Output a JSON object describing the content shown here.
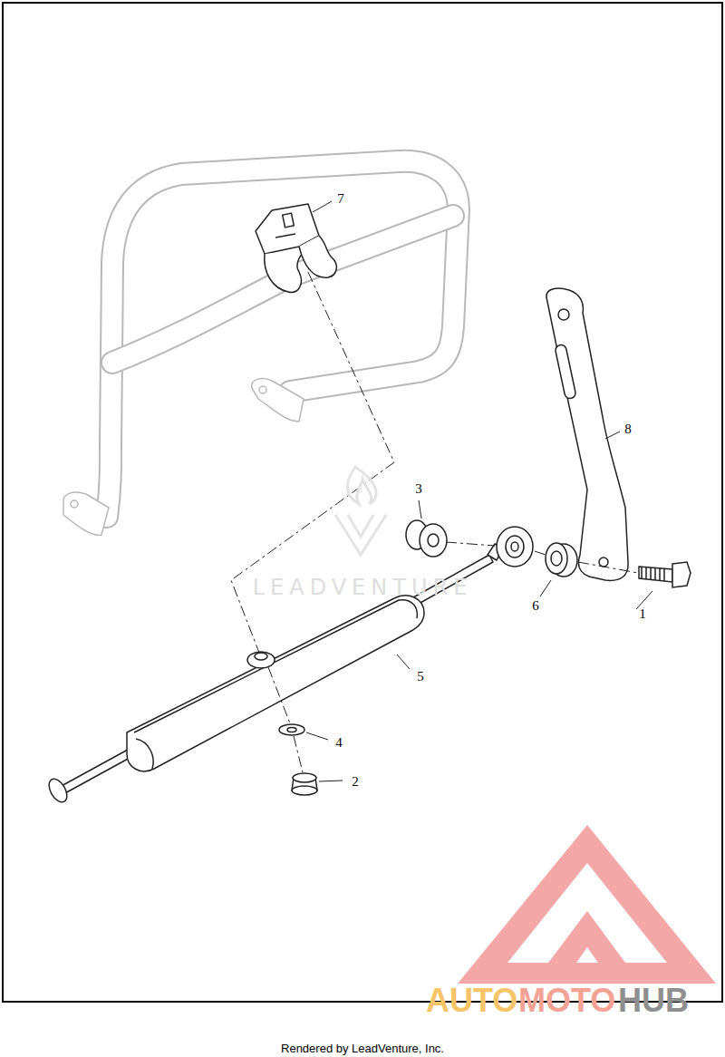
{
  "diagram": {
    "labels": [
      "7",
      "8",
      "3",
      "6",
      "1",
      "5",
      "4",
      "2",
      "LEADVENTURE",
      "AUTO",
      "MOTO",
      "HUB",
      "Rendered by LeadVenture, Inc."
    ]
  }
}
